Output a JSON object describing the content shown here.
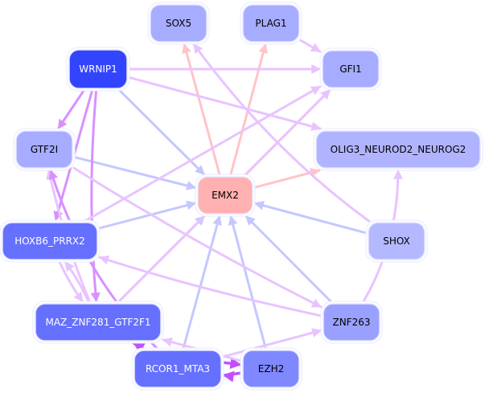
{
  "diagram": {
    "type": "gene-regulatory-network",
    "nodes": [
      {
        "id": "SOX5",
        "label": "SOX5",
        "fill": "#a6acff",
        "text": "#000000"
      },
      {
        "id": "PLAG1",
        "label": "PLAG1",
        "fill": "#a6acff",
        "text": "#000000"
      },
      {
        "id": "WRNIP1",
        "label": "WRNIP1",
        "fill": "#3344ff",
        "text": "#ffffff"
      },
      {
        "id": "GFI1",
        "label": "GFI1",
        "fill": "#a6acff",
        "text": "#000000"
      },
      {
        "id": "GTF2I",
        "label": "GTF2I",
        "fill": "#a6acff",
        "text": "#000000"
      },
      {
        "id": "OLIG3_NEUROD2_NEUROG2",
        "label": "OLIG3_NEUROD2_NEUROG2",
        "fill": "#b0b4ff",
        "text": "#000000"
      },
      {
        "id": "EMX2",
        "label": "EMX2",
        "fill": "#ffb0b0",
        "text": "#000000"
      },
      {
        "id": "HOXB6_PRRX2",
        "label": "HOXB6_PRRX2",
        "fill": "#6670ff",
        "text": "#ffffff"
      },
      {
        "id": "SHOX",
        "label": "SHOX",
        "fill": "#b4b8ff",
        "text": "#000000"
      },
      {
        "id": "MAZ_ZNF281_GTF2F1",
        "label": "MAZ_ZNF281_GTF2F1",
        "fill": "#6670ff",
        "text": "#ffffff"
      },
      {
        "id": "ZNF263",
        "label": "ZNF263",
        "fill": "#9aa0ff",
        "text": "#000000"
      },
      {
        "id": "RCOR1_MTA3",
        "label": "RCOR1_MTA3",
        "fill": "#6670ff",
        "text": "#ffffff"
      },
      {
        "id": "EZH2",
        "label": "EZH2",
        "fill": "#8088ff",
        "text": "#000000"
      }
    ],
    "edge_colors": {
      "pink": "#ffc4c8",
      "blue": "#c4c8ff",
      "violet": "#e8c4ff",
      "purple": "#d890ff",
      "magenta": "#c050ff"
    },
    "edges": [
      {
        "from": "EMX2",
        "to": "SOX5",
        "color": "pink"
      },
      {
        "from": "EMX2",
        "to": "PLAG1",
        "color": "pink"
      },
      {
        "from": "EMX2",
        "to": "GFI1",
        "color": "pink"
      },
      {
        "from": "EMX2",
        "to": "OLIG3_NEUROD2_NEUROG2",
        "color": "pink"
      },
      {
        "from": "WRNIP1",
        "to": "EMX2",
        "color": "blue"
      },
      {
        "from": "GTF2I",
        "to": "EMX2",
        "color": "blue"
      },
      {
        "from": "HOXB6_PRRX2",
        "to": "EMX2",
        "color": "blue"
      },
      {
        "from": "MAZ_ZNF281_GTF2F1",
        "to": "EMX2",
        "color": "blue"
      },
      {
        "from": "RCOR1_MTA3",
        "to": "EMX2",
        "color": "blue"
      },
      {
        "from": "EZH2",
        "to": "EMX2",
        "color": "blue"
      },
      {
        "from": "ZNF263",
        "to": "EMX2",
        "color": "blue"
      },
      {
        "from": "SHOX",
        "to": "EMX2",
        "color": "blue"
      },
      {
        "from": "WRNIP1",
        "to": "GFI1",
        "color": "violet"
      },
      {
        "from": "WRNIP1",
        "to": "OLIG3_NEUROD2_NEUROG2",
        "color": "violet"
      },
      {
        "from": "WRNIP1",
        "to": "GTF2I",
        "color": "purple"
      },
      {
        "from": "WRNIP1",
        "to": "HOXB6_PRRX2",
        "color": "purple"
      },
      {
        "from": "WRNIP1",
        "to": "MAZ_ZNF281_GTF2F1",
        "color": "purple"
      },
      {
        "from": "PLAG1",
        "to": "GFI1",
        "color": "violet"
      },
      {
        "from": "SHOX",
        "to": "SOX5",
        "color": "violet"
      },
      {
        "from": "HOXB6_PRRX2",
        "to": "GFI1",
        "color": "violet"
      },
      {
        "from": "MAZ_ZNF281_GTF2F1",
        "to": "GFI1",
        "color": "violet"
      },
      {
        "from": "MAZ_ZNF281_GTF2F1",
        "to": "HOXB6_PRRX2",
        "color": "violet"
      },
      {
        "from": "HOXB6_PRRX2",
        "to": "MAZ_ZNF281_GTF2F1",
        "color": "violet"
      },
      {
        "from": "MAZ_ZNF281_GTF2F1",
        "to": "GTF2I",
        "color": "violet"
      },
      {
        "from": "RCOR1_MTA3",
        "to": "GTF2I",
        "color": "purple"
      },
      {
        "from": "RCOR1_MTA3",
        "to": "MAZ_ZNF281_GTF2F1",
        "color": "magenta"
      },
      {
        "from": "RCOR1_MTA3",
        "to": "EZH2",
        "color": "magenta"
      },
      {
        "from": "EZH2",
        "to": "RCOR1_MTA3",
        "color": "magenta"
      },
      {
        "from": "RCOR1_MTA3",
        "to": "ZNF263",
        "color": "violet"
      },
      {
        "from": "EZH2",
        "to": "MAZ_ZNF281_GTF2F1",
        "color": "violet"
      },
      {
        "from": "ZNF263",
        "to": "OLIG3_NEUROD2_NEUROG2",
        "color": "violet"
      },
      {
        "from": "ZNF263",
        "to": "HOXB6_PRRX2",
        "color": "violet"
      },
      {
        "from": "GTF2I",
        "to": "ZNF263",
        "color": "violet"
      }
    ]
  }
}
